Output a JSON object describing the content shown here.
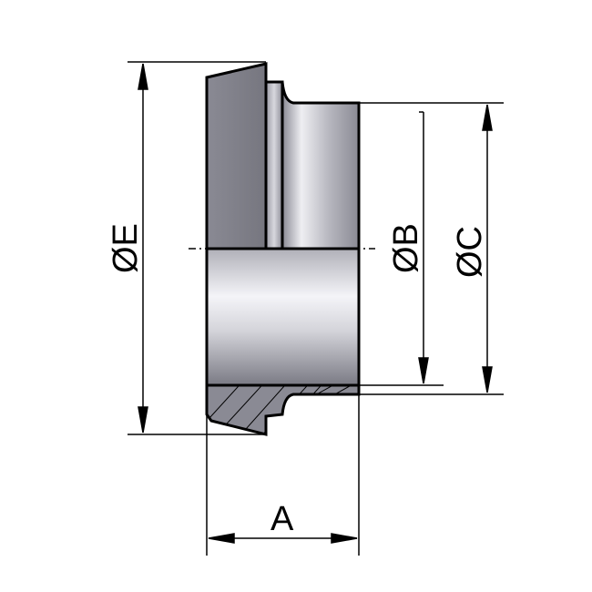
{
  "drawing": {
    "dimensions": {
      "outer_diameter": "ØE",
      "bore_diameter": "ØB",
      "tube_diameter": "ØC",
      "length": "A"
    },
    "colors": {
      "body_dark": "#6e6e78",
      "body_light": "#f2f2f6",
      "line": "#000000"
    }
  }
}
